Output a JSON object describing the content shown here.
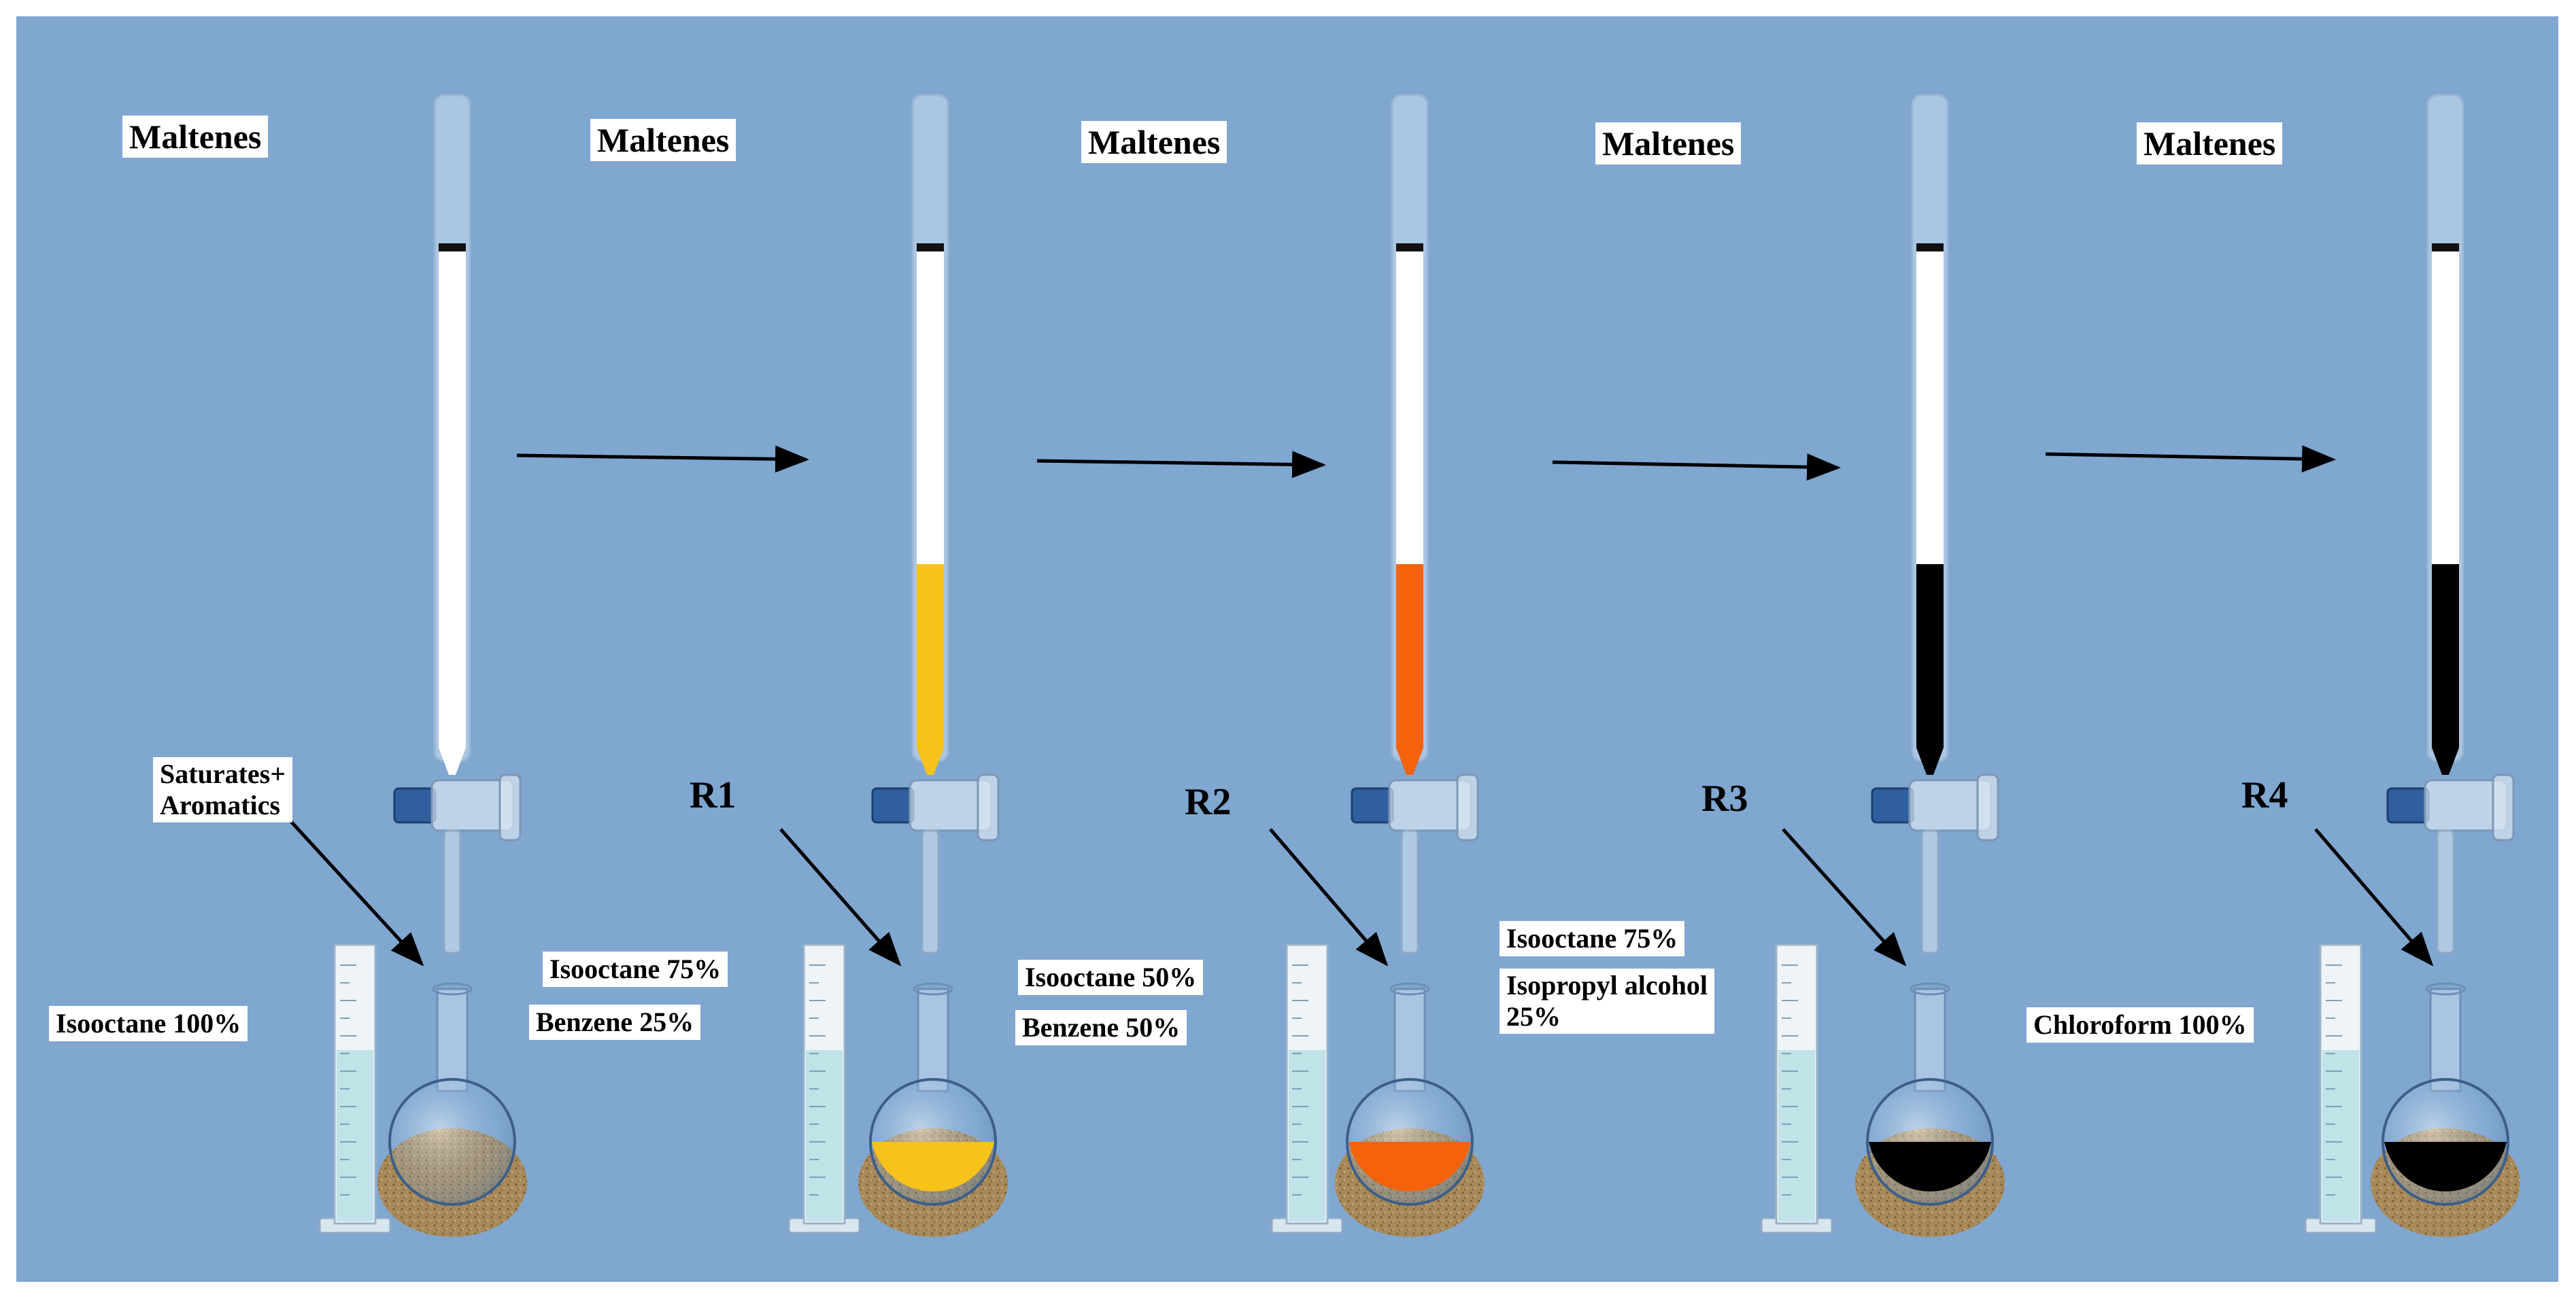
{
  "stages": [
    {
      "header": "Maltenes",
      "result_label": "",
      "fraction_label": "Saturates+\nAromatics",
      "solvent_lines": [
        "Isooctane 100%"
      ],
      "fill_color": "",
      "fill_fraction": 0
    },
    {
      "header": "Maltenes",
      "result_label": "R1",
      "fraction_label": "",
      "solvent_lines": [
        "Isooctane 75%",
        "Benzene 25%"
      ],
      "fill_color": "#f7c21a",
      "fill_fraction": 0.4
    },
    {
      "header": "Maltenes",
      "result_label": "R2",
      "fraction_label": "",
      "solvent_lines": [
        "Isooctane 50%",
        "Benzene 50%"
      ],
      "fill_color": "#f4620c",
      "fill_fraction": 0.4
    },
    {
      "header": "Maltenes",
      "result_label": "R3",
      "fraction_label": "",
      "solvent_lines": [
        "Isooctane 75%",
        "Isopropyl alcohol\n25%"
      ],
      "fill_color": "#000000",
      "fill_fraction": 0.4
    },
    {
      "header": "Maltenes",
      "result_label": "R4",
      "fraction_label": "",
      "solvent_lines": [
        "Chloroform 100%"
      ],
      "fill_color": "#000000",
      "fill_fraction": 0.4
    }
  ],
  "colors": {
    "background": "#7fa7d0",
    "cylinder_liquid": "#bfe3e6",
    "cork": "#a88958"
  }
}
